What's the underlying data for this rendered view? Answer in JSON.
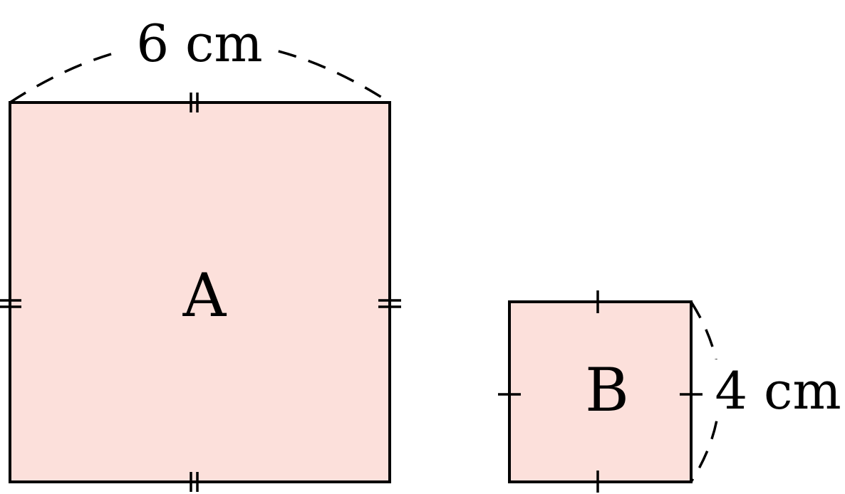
{
  "figure": {
    "square_a": {
      "label": "A",
      "dimension_label": "6 cm",
      "side_marks": 2
    },
    "square_b": {
      "label": "B",
      "dimension_label": "4 cm",
      "side_marks": 1
    },
    "colors": {
      "fill": "#fce0db",
      "stroke": "#000000"
    }
  }
}
